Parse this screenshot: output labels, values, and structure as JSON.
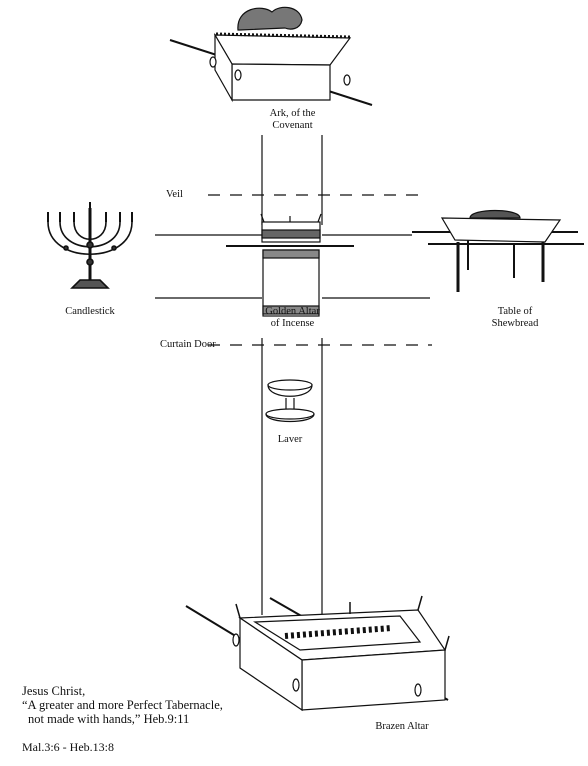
{
  "labels": {
    "ark_line1": "Ark, of the",
    "ark_line2": "Covenant",
    "veil": "Veil",
    "candlestick": "Candlestick",
    "golden_altar_line1": "Golden Altar",
    "golden_altar_line2": "of Incense",
    "table_line1": "Table of",
    "table_line2": "Shewbread",
    "curtain_door": "Curtain Door",
    "laver": "Laver",
    "brazen_altar": "Brazen Altar"
  },
  "caption": {
    "line1": "Jesus Christ,",
    "line2": "“A greater and more Perfect Tabernacle,",
    "line3": "not made with hands,” Heb.9:11",
    "reference": "Mal.3:6 - Heb.13:8"
  }
}
